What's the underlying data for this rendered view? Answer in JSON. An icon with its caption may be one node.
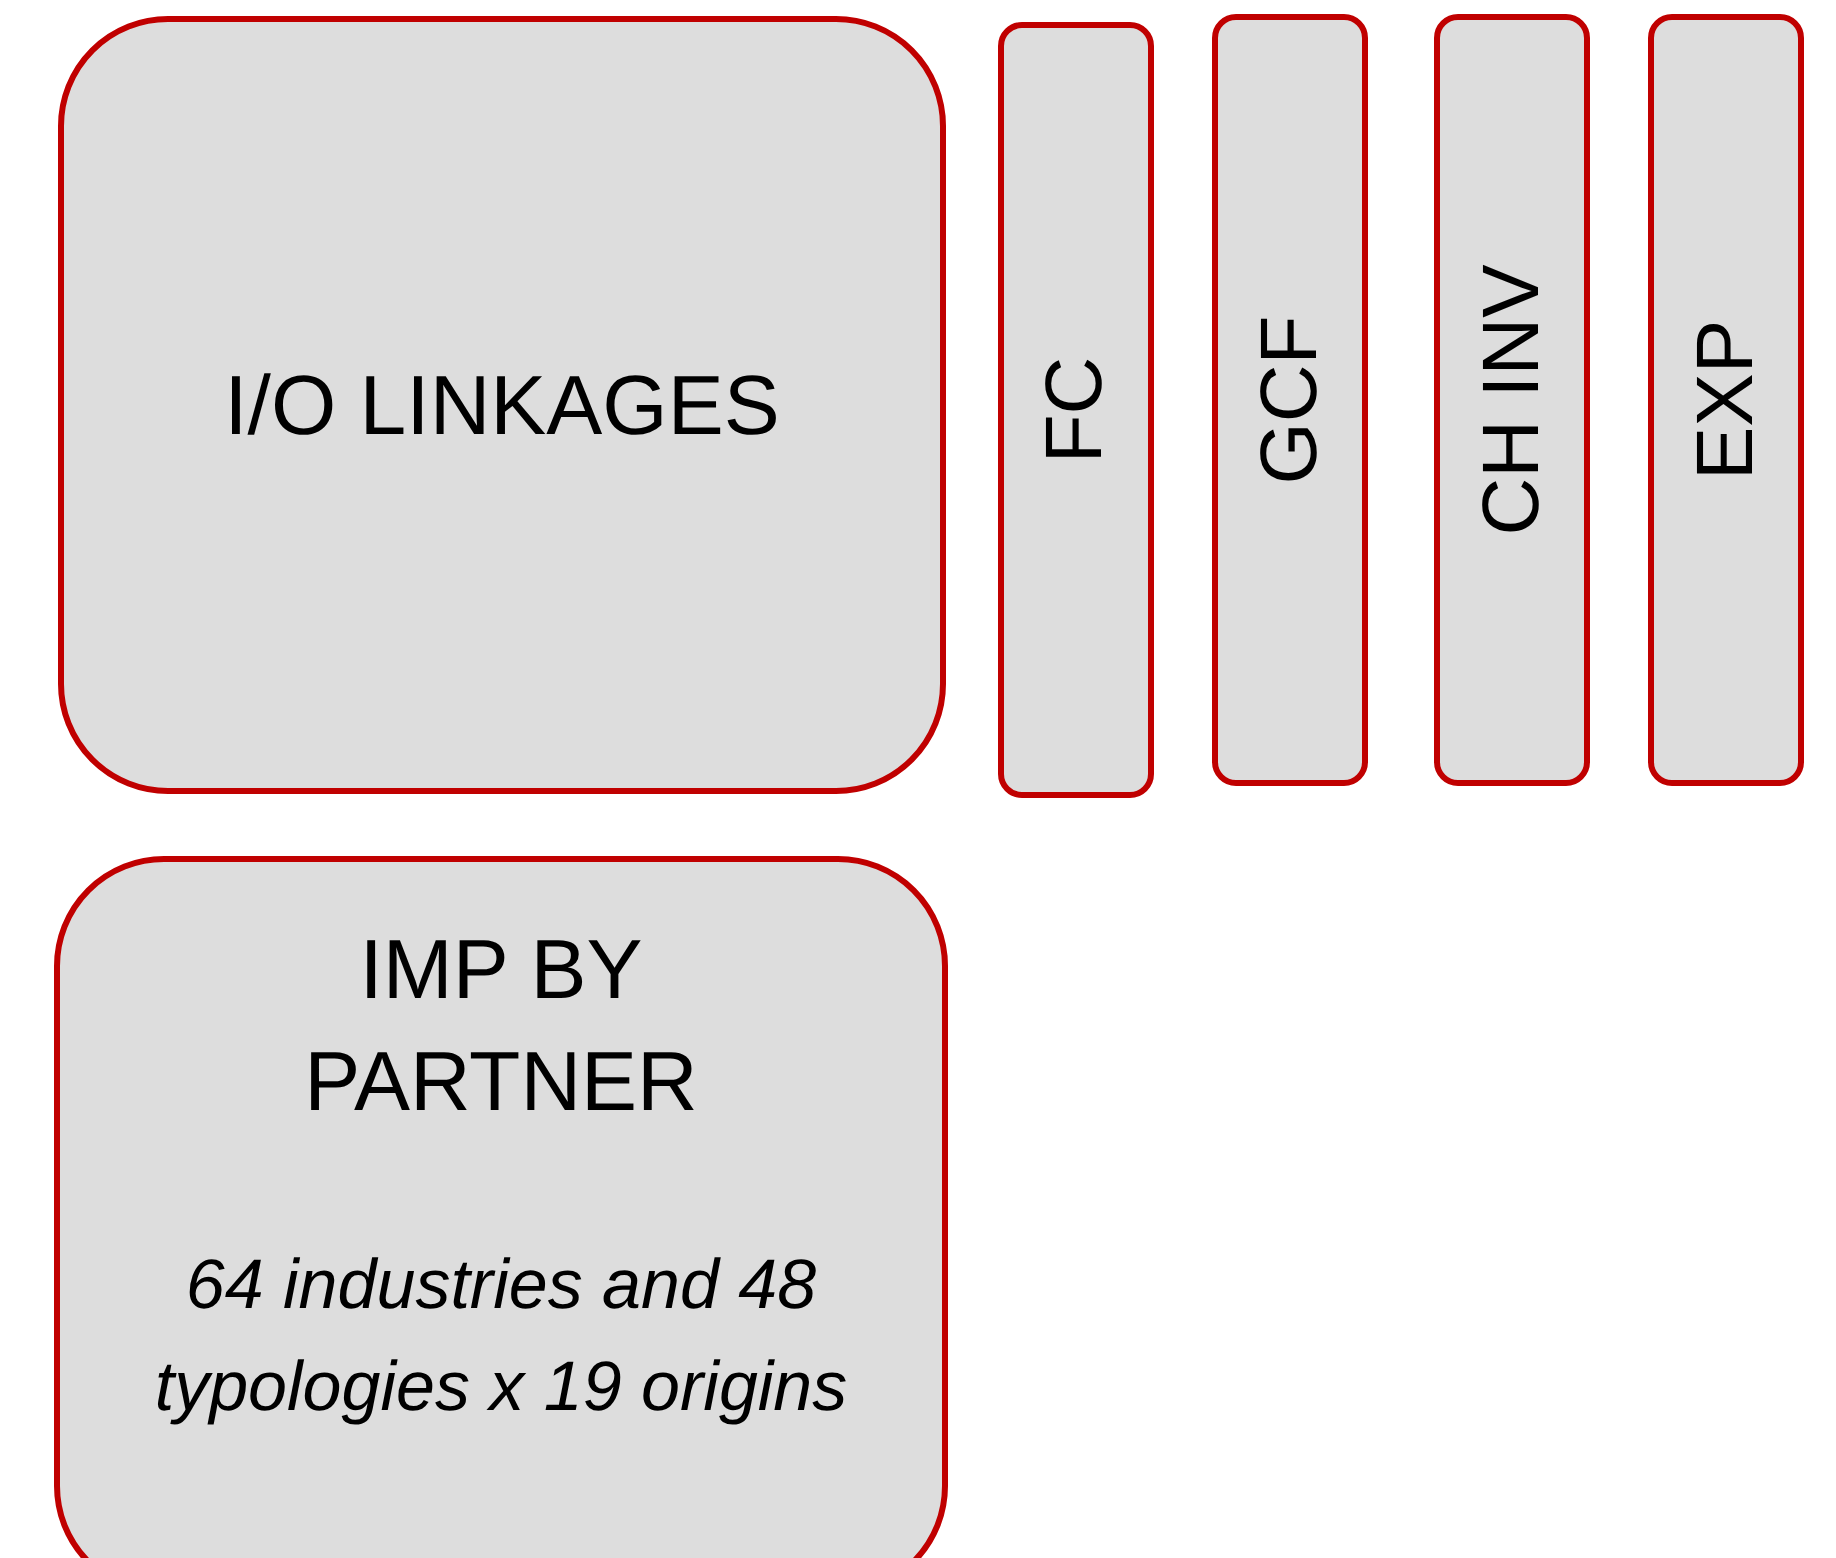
{
  "diagram": {
    "nodes": [
      {
        "text": [
          "I/O LINKAGES"
        ]
      },
      {
        "text": [
          "FC"
        ]
      },
      {
        "text": [
          "GCF"
        ]
      },
      {
        "text": [
          "CH INV"
        ]
      },
      {
        "text": [
          "EXP"
        ]
      },
      {
        "text": [
          "IMP BY PARTNER",
          "64 industries and 48 typologies x 19 origins"
        ]
      }
    ]
  }
}
